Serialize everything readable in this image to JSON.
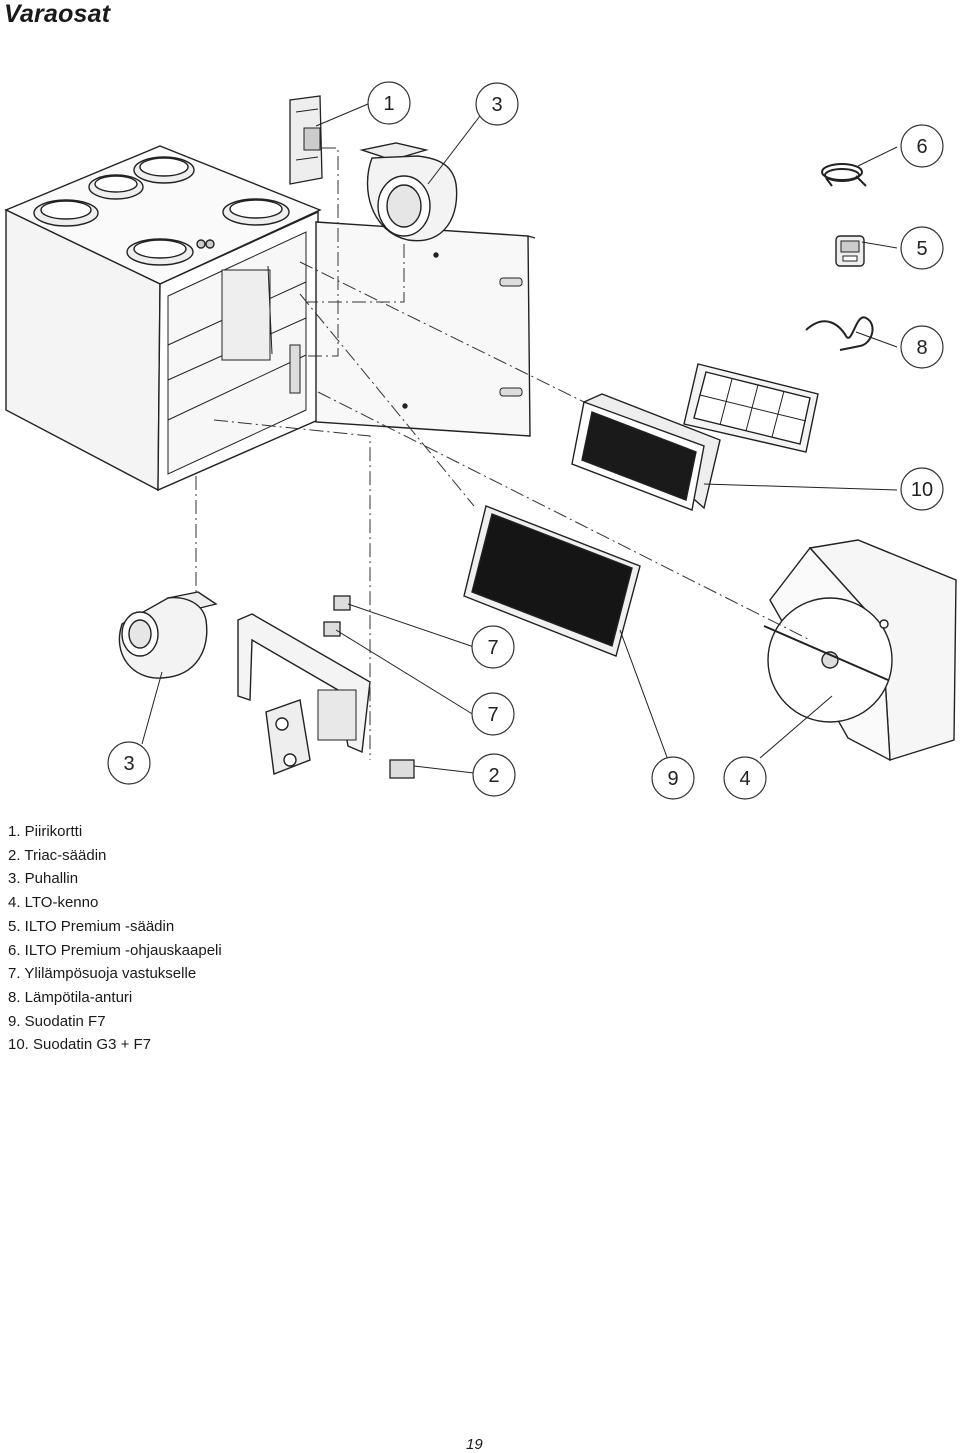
{
  "page": {
    "title": "Varaosat",
    "page_number": "19"
  },
  "callouts": [
    "1",
    "3",
    "6",
    "5",
    "8",
    "10",
    "7",
    "7",
    "3",
    "2",
    "9",
    "4"
  ],
  "parts_list": [
    "1. Piirikortti",
    "2. Triac-säädin",
    "3. Puhallin",
    "4. LTO-kenno",
    "5. ILTO Premium -säädin",
    "6. ILTO Premium -ohjauskaapeli",
    "7. Ylilämpösuoja vastukselle",
    "8. Lämpötila-anturi",
    "9. Suodatin F7",
    "10. Suodatin G3 + F7"
  ]
}
